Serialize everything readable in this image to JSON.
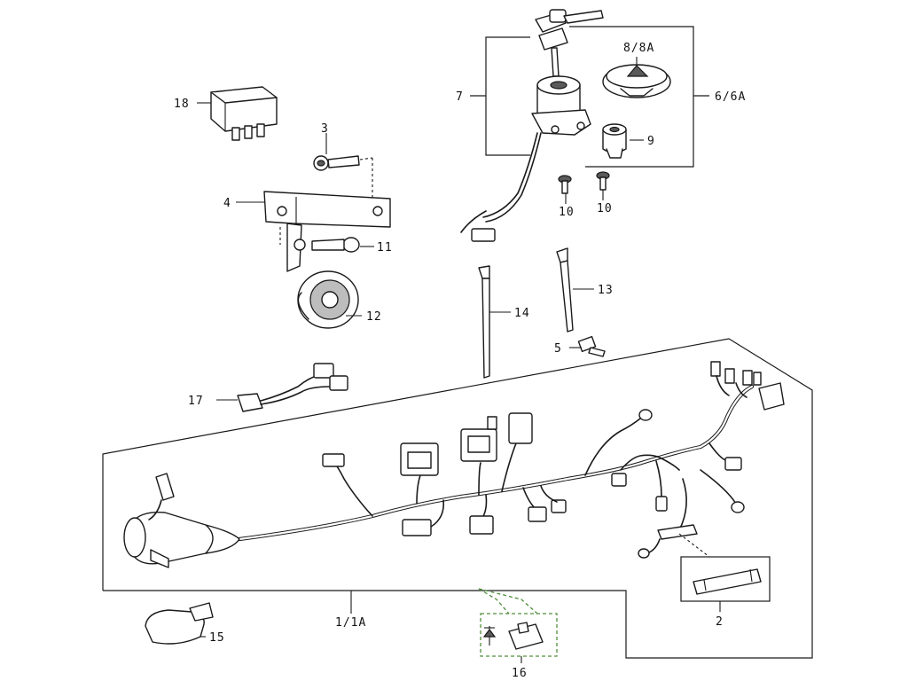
{
  "diagram": {
    "callouts": [
      "18",
      "3",
      "4",
      "11",
      "12",
      "17",
      "7",
      "8/8A",
      "6/6A",
      "9",
      "10",
      "10",
      "14",
      "13",
      "5",
      "1/1A",
      "2",
      "15",
      "16"
    ]
  },
  "colors": {
    "line": "#1a1a1a",
    "group_dash": "#4f8f3b",
    "background": "#ffffff"
  }
}
